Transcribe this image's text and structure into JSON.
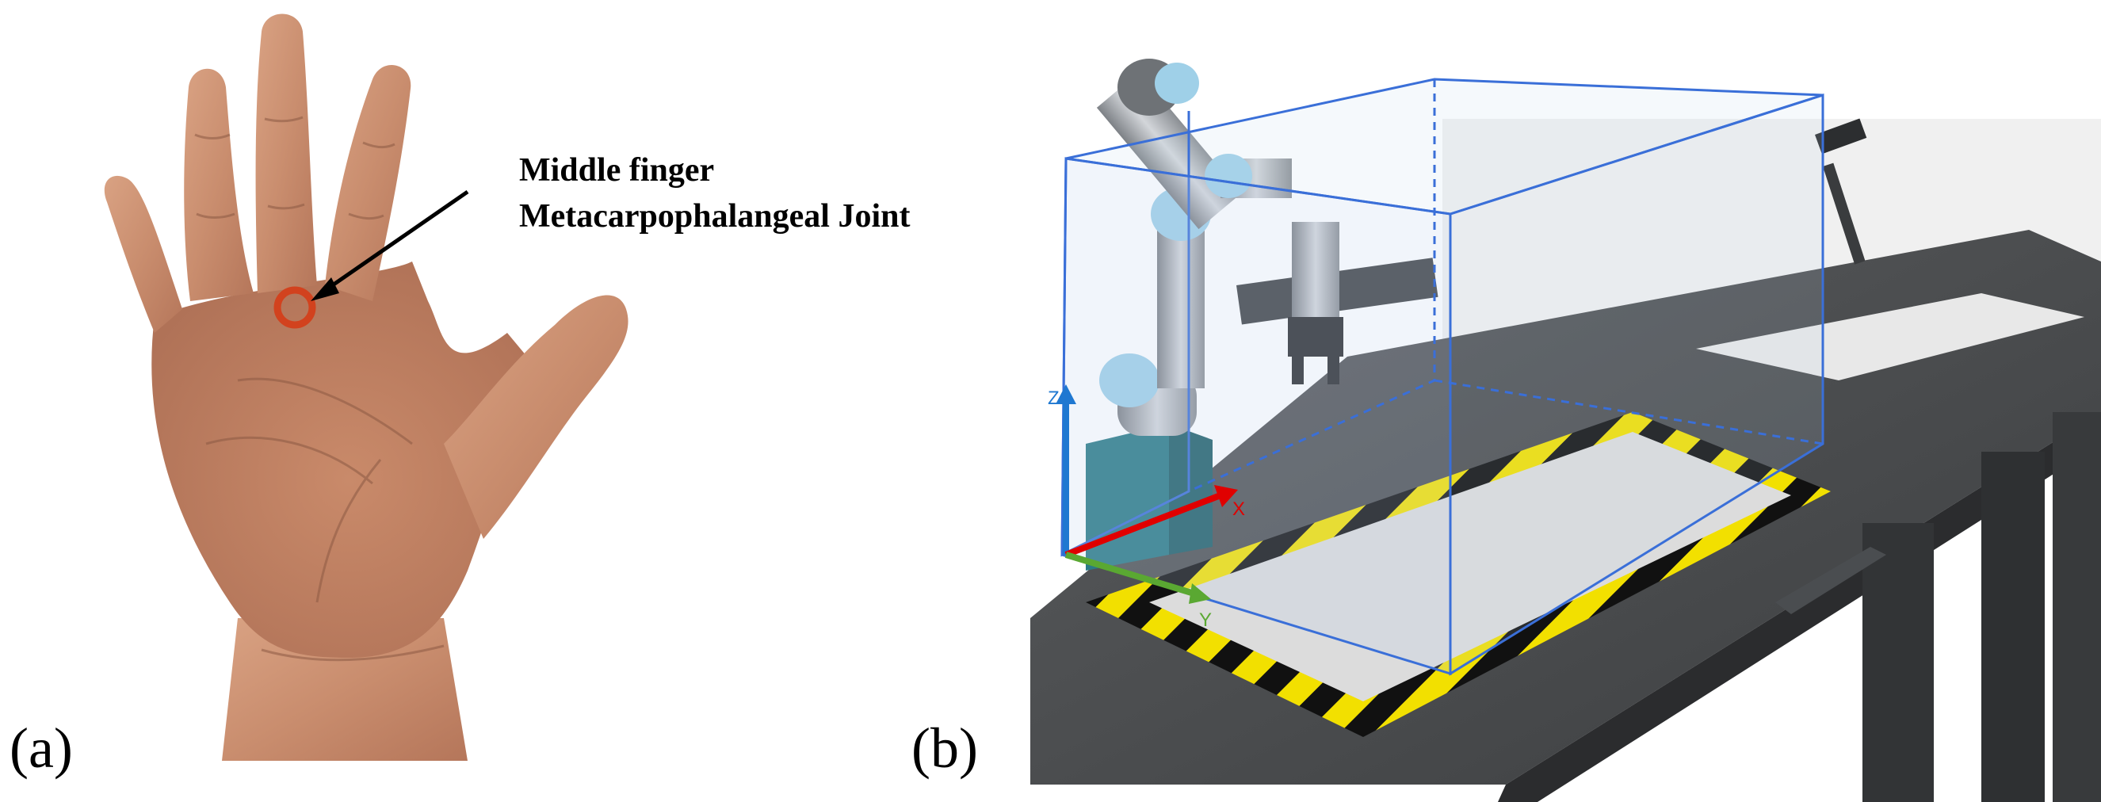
{
  "panel_a": {
    "label": "(a)",
    "annotation_line1": "Middle finger",
    "annotation_line2": "Metacarpophalangeal Joint",
    "marker_color": "#d2421e",
    "skin_color": "#c98d6e"
  },
  "panel_b": {
    "label": "(b)",
    "axis_z": "Z",
    "axis_x": "X",
    "axis_y": "Y",
    "workspace_color": "#3a6fd8",
    "x_axis_color": "#e00000",
    "y_axis_color": "#5aa832",
    "z_axis_color": "#1f78d1",
    "table_color": "#4a4c4e",
    "hazard_colors": [
      "#f2e000",
      "#111111"
    ]
  }
}
